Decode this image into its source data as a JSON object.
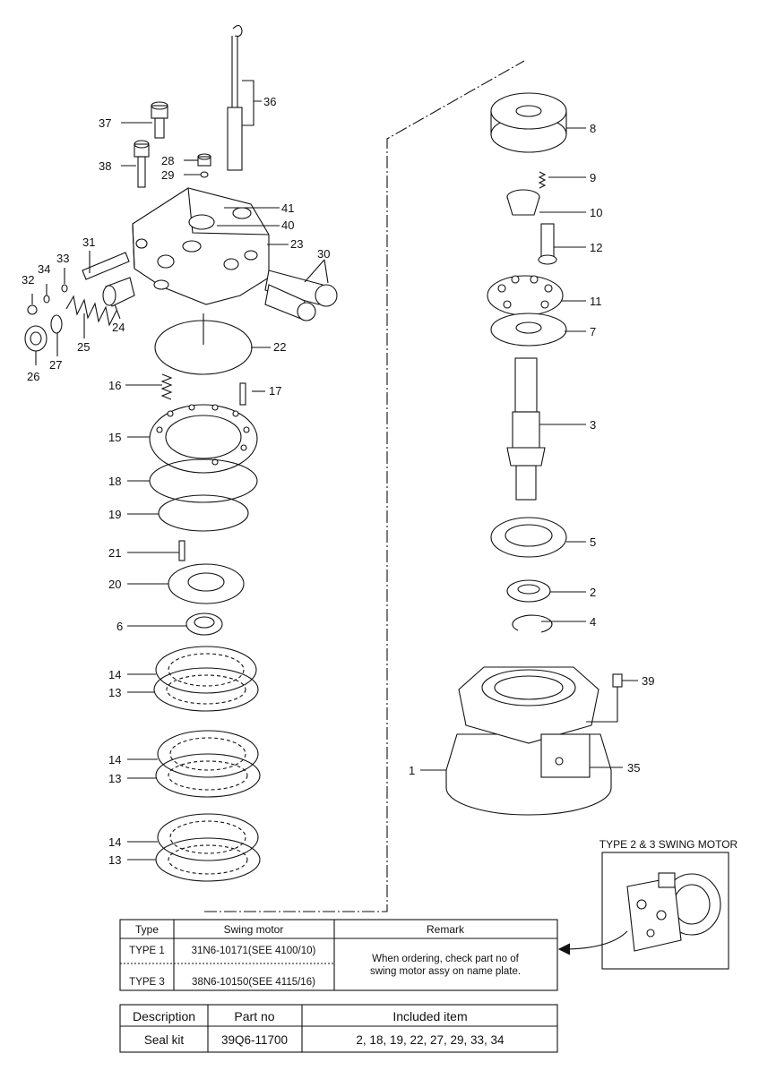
{
  "callouts": {
    "c1": "1",
    "c2": "2",
    "c3": "3",
    "c4": "4",
    "c5": "5",
    "c6": "6",
    "c7": "7",
    "c8": "8",
    "c9": "9",
    "c10": "10",
    "c11": "11",
    "c12": "12",
    "c13a": "13",
    "c13b": "13",
    "c13c": "13",
    "c14a": "14",
    "c14b": "14",
    "c14c": "14",
    "c15": "15",
    "c16": "16",
    "c17": "17",
    "c18": "18",
    "c19": "19",
    "c20": "20",
    "c21": "21",
    "c22": "22",
    "c23": "23",
    "c24": "24",
    "c25": "25",
    "c26": "26",
    "c27": "27",
    "c28": "28",
    "c29": "29",
    "c30": "30",
    "c31": "31",
    "c32": "32",
    "c33": "33",
    "c34": "34",
    "c35": "35",
    "c36": "36",
    "c37": "37",
    "c38": "38",
    "c39": "39",
    "c40": "40",
    "c41": "41"
  },
  "inset": {
    "title": "TYPE 2 & 3 SWING MOTOR"
  },
  "table1": {
    "headers": [
      "Type",
      "Swing motor",
      "Remark"
    ],
    "rows": [
      [
        "TYPE 1",
        "31N6-10171(SEE 4100/10)"
      ],
      [
        "TYPE 3",
        "38N6-10150(SEE 4115/16)"
      ]
    ],
    "remark_line1": "When ordering, check part no of",
    "remark_line2": "swing motor assy on name plate."
  },
  "table2": {
    "headers": [
      "Description",
      "Part no",
      "Included item"
    ],
    "row": [
      "Seal kit",
      "39Q6-11700",
      "2, 18, 19, 22, 27, 29, 33, 34"
    ]
  }
}
